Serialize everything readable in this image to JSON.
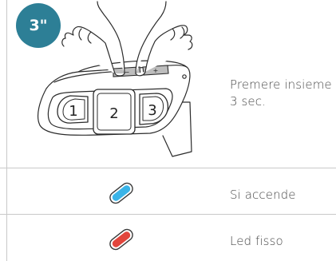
{
  "step": {
    "badge": "3\"",
    "instruction_line1": "Premere insieme",
    "instruction_line2": "3 sec.",
    "buttons": {
      "minus": "−",
      "plus": "+",
      "b1": "1",
      "b2": "2",
      "b3": "3"
    }
  },
  "rows": [
    {
      "led_color": "#3ab4e8",
      "label": "Si accende"
    },
    {
      "led_color": "#e2463d",
      "label": "Led fisso"
    }
  ]
}
